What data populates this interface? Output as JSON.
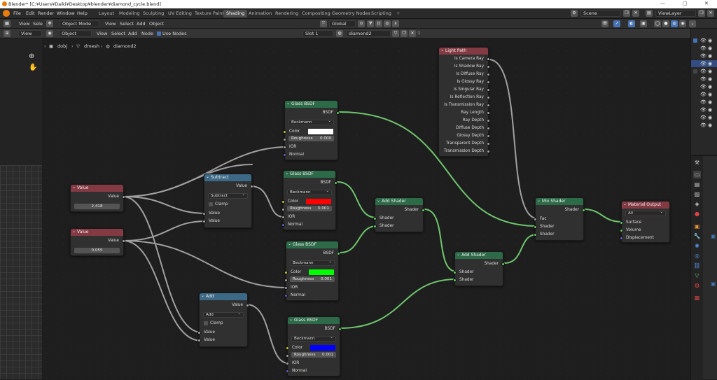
{
  "window": {
    "title": "Blender* [C:¥Users¥Daiki¥Desktop¥blender¥diamond_cycle.blend]",
    "minimize": "—",
    "maximize": "▢",
    "close": "✕"
  },
  "menu": [
    "File",
    "Edit",
    "Render",
    "Window",
    "Help"
  ],
  "workspaces": [
    "Layout",
    "Modeling",
    "Sculpting",
    "UV Editing",
    "Texture Paint",
    "Shading",
    "Animation",
    "Rendering",
    "Compositing",
    "Geometry Nodes",
    "Scripting"
  ],
  "active_workspace": "Shading",
  "scene": "Scene",
  "view_layer": "ViewLayer",
  "viewport_header": {
    "view": "View",
    "select": "Sele",
    "mode": "Object Mode",
    "menus": [
      "View",
      "Select",
      "Add",
      "Object"
    ],
    "transform": "Global"
  },
  "node_header": {
    "view": "View",
    "object": "Object",
    "menus": [
      "View",
      "Select",
      "Add",
      "Node"
    ],
    "use_nodes": "Use Nodes",
    "slot": "Slot 1",
    "material": "diamond2"
  },
  "breadcrumb": [
    "dobj",
    "dmesh",
    "diamond2"
  ],
  "sockets": {
    "value": "Value",
    "bsdf": "BSDF",
    "shader": "Shader",
    "color": "Color",
    "roughness": "Roughness",
    "ior": "IOR",
    "normal": "Normal",
    "clamp": "Clamp",
    "fac": "Fac",
    "surface": "Surface",
    "volume": "Volume",
    "displacement": "Displacement"
  },
  "nodes": {
    "value1": {
      "title": "Value",
      "value": "2.418"
    },
    "value2": {
      "title": "Value",
      "value": "0.055"
    },
    "subtract": {
      "title": "Subtract",
      "op": "Subtract"
    },
    "add": {
      "title": "Add",
      "op": "Add"
    },
    "glass1": {
      "title": "Glass BSDF",
      "dist": "Beckmann",
      "roughness": "0.000",
      "color": "#ffffff"
    },
    "glass2": {
      "title": "Glass BSDF",
      "dist": "Beckmann",
      "roughness": "0.001",
      "color": "#ff0000"
    },
    "glass3": {
      "title": "Glass BSDF",
      "dist": "Beckmann",
      "roughness": "0.001",
      "color": "#00ff00"
    },
    "glass4": {
      "title": "Glass BSDF",
      "dist": "Beckmann",
      "roughness": "0.001",
      "color": "#0000ff"
    },
    "addshader1": {
      "title": "Add Shader"
    },
    "addshader2": {
      "title": "Add Shader"
    },
    "mix": {
      "title": "Mix Shader"
    },
    "output": {
      "title": "Material Output",
      "target": "All"
    },
    "lightpath": {
      "title": "Light Path",
      "outputs": [
        "Is Camera Ray",
        "Is Shadow Ray",
        "Is Diffuse Ray",
        "Is Glossy Ray",
        "Is Singular Ray",
        "Is Reflection Ray",
        "Is Transmission Ray",
        "Ray Length",
        "Ray Depth",
        "Diffuse Depth",
        "Glossy Depth",
        "Transparent Depth",
        "Transmission Depth"
      ]
    }
  }
}
